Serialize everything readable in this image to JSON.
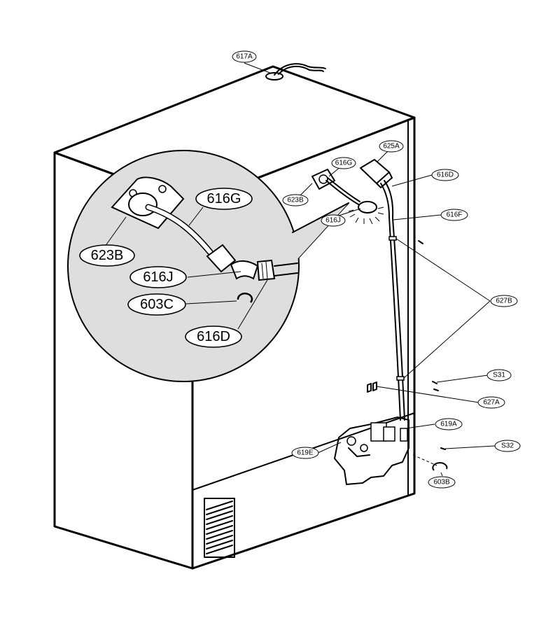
{
  "labels": {
    "l617A": "617A",
    "l625A": "625A",
    "l616G_small": "616G",
    "l616D_small": "616D",
    "l623B_small": "623B",
    "l616J_small": "616J",
    "l616F": "616F",
    "l627B": "627B",
    "lS31": "S31",
    "l627A": "627A",
    "l619A": "619A",
    "lS32": "S32",
    "l619E": "619E",
    "l603B": "603B",
    "l616G_big": "616G",
    "l623B_big": "623B",
    "l616J_big": "616J",
    "l603C_big": "603C",
    "l616D_big": "616D"
  },
  "colors": {
    "line": "#000000",
    "background": "#ffffff",
    "detail_fill": "#dedede"
  }
}
